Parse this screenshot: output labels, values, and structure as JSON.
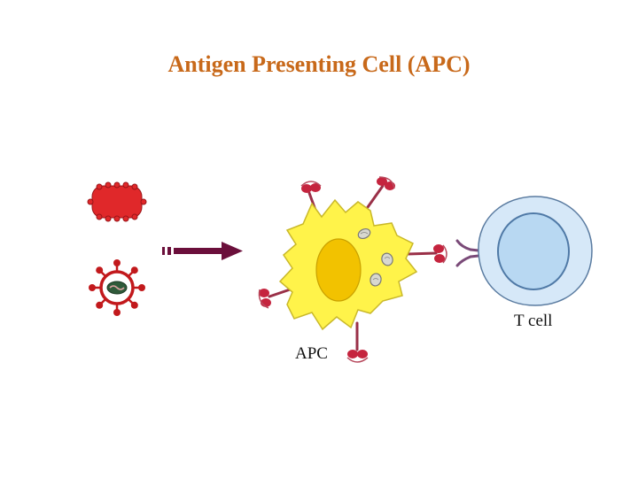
{
  "title": "Antigen Presenting Cell (APC)",
  "labels": {
    "apc": "APC",
    "tcell": "T cell"
  },
  "colors": {
    "title": "#C8691A",
    "bacterium": "#E0282A",
    "virus": "#C2191C",
    "apc_body": "#FFF34A",
    "apc_nucleus": "#F2C200",
    "receptor": "#B81F3A",
    "arrow": "#6B0F3B",
    "tcell_outer": "#D6E8F8",
    "tcell_nucleus": "#B8D8F2"
  },
  "icons": {
    "bacterium": "bacterium-icon",
    "virus": "virus-icon",
    "arrow": "arrow-icon"
  }
}
